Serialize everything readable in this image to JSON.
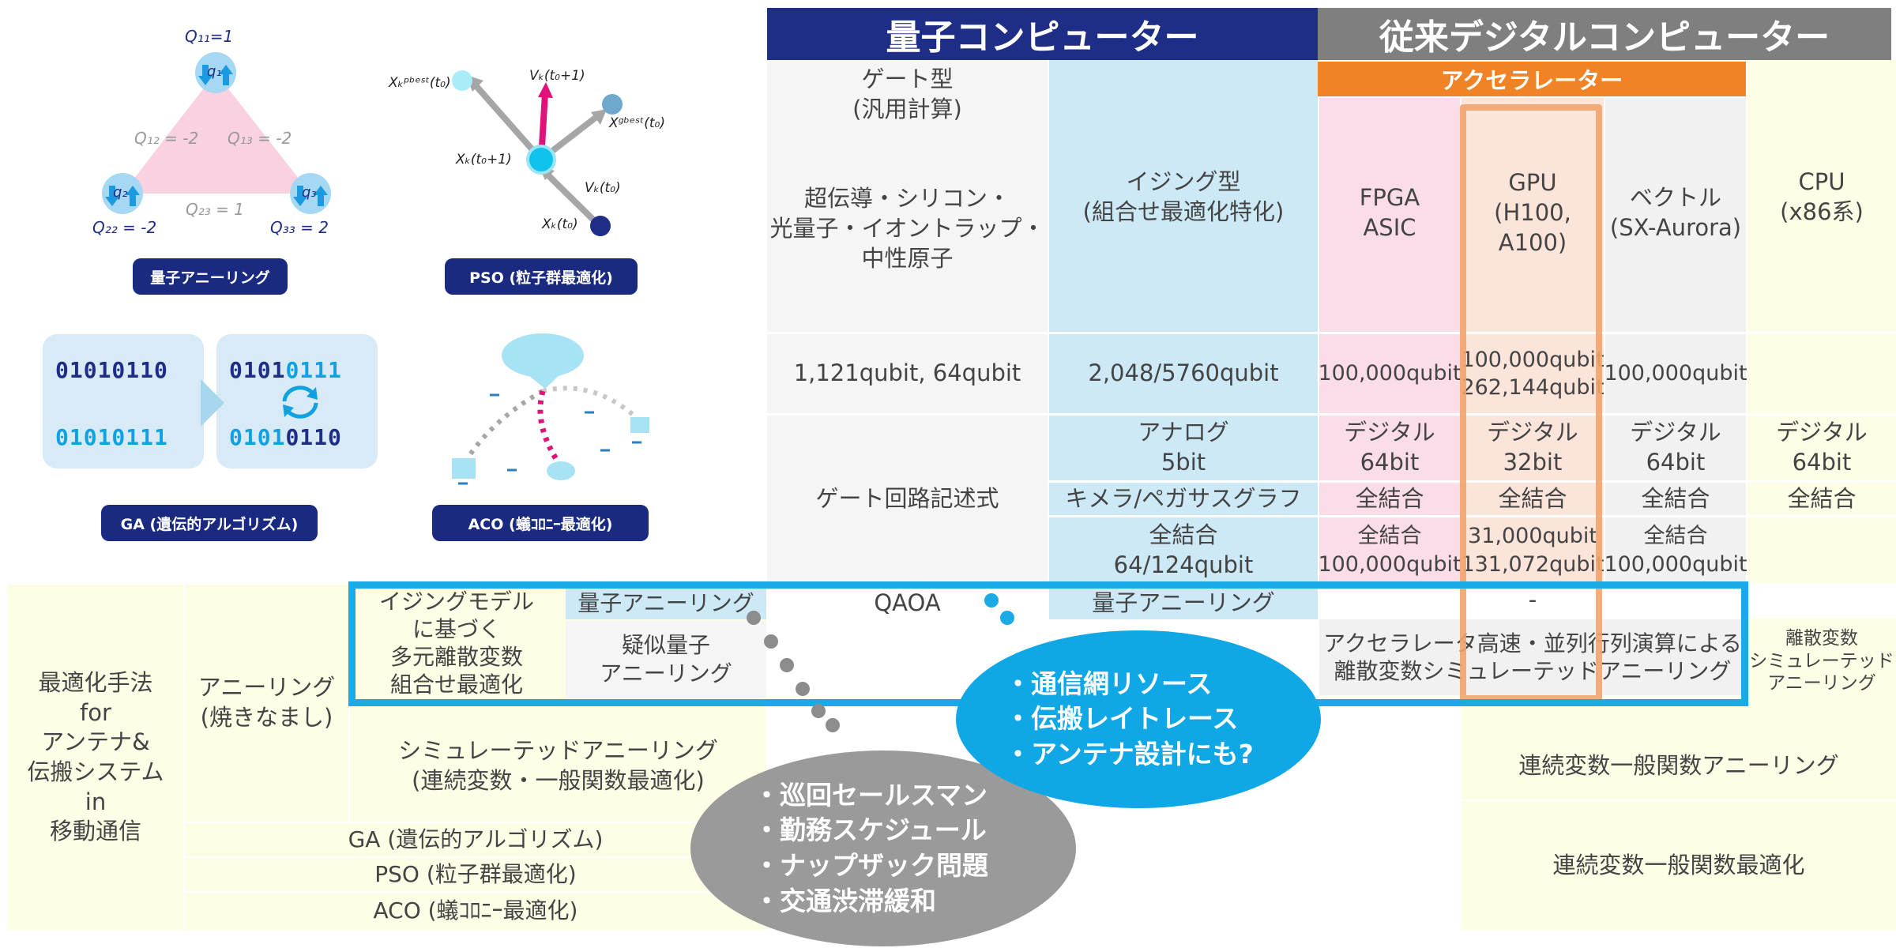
{
  "header": {
    "quantum": "量子コンピューター",
    "classical": "従来デジタルコンピューター",
    "accelerator": "アクセラレーター"
  },
  "columns": {
    "gate": "ゲート型\n(汎用計算)",
    "gate_tech": "超伝導・シリコン・\n光量子・イオントラップ・\n中性原子",
    "ising": "イジング型\n(組合せ最適化特化)",
    "fpga": "FPGA\nASIC",
    "gpu": "GPU\n(H100,\nA100)",
    "vector": "ベクトル\n(SX-Aurora)",
    "cpu": "CPU\n(x86系)"
  },
  "qubits": {
    "gate": "1,121qubit, 64qubit",
    "ising": "2,048/5760qubit",
    "fpga": "100,000qubit",
    "gpu": "100,000qubit\n262,144qubit",
    "vector": "100,000qubit"
  },
  "precision": {
    "ising": "アナログ\n5bit",
    "fpga": "デジタル\n64bit",
    "gpu": "デジタル\n32bit",
    "vector": "デジタル\n64bit",
    "cpu": "デジタル\n64bit"
  },
  "connectivity": {
    "gate": "ゲート回路記述式",
    "ising": "キメラ/ペガサスグラフ",
    "fpga": "全結合",
    "gpu": "全結合",
    "vector": "全結合",
    "cpu": "全結合"
  },
  "full_conn": {
    "ising": "全結合\n64/124qubit",
    "fpga": "全結合\n100,000qubit",
    "gpu": "31,000qubit\n131,072qubit",
    "vector": "全結合\n100,000qubit"
  },
  "methods": {
    "main": "最適化手法\nfor\nアンテナ&\n伝搬システム\nin\n移動通信",
    "annealing": "アニーリング\n(焼きなまし)",
    "ising_model": "イジングモデル\nに基づく\n多元離散変数\n組合せ最適化",
    "quantum_annealing": "量子アニーリング",
    "pseudo_qa": "疑似量子\nアニーリング",
    "qaoa": "QAOA",
    "ising_qa": "量子アニーリング",
    "dash": "-",
    "accel_sa": "アクセラレータ高速・並列行列演算による\n離散変数シミュレーテッドアニーリング",
    "cpu_sa": "離散変数\nシミュレーテッド\nアニーリング",
    "simulated": "シミュレーテッドアニーリング\n(連続変数・一般関数最適化)",
    "cont_anneal": "連続変数一般関数アニーリング",
    "ga": "GA (遺伝的アルゴリズム)",
    "pso": "PSO (粒子群最適化)",
    "aco": "ACO (蟻ｺﾛﾆｰ最適化)",
    "cont_opt": "連続変数一般関数最適化"
  },
  "bubbles": {
    "blue": [
      "・通信網リソース",
      "・伝搬レイトレース",
      "・アンテナ設計にも?"
    ],
    "gray": [
      "・巡回セールスマン",
      "・勤務スケジュール",
      "・ナップザック問題",
      "・交通渋滞緩和"
    ]
  },
  "icons": {
    "qa_label": "量子アニーリング",
    "pso_label": "PSO (粒子群最適化)",
    "ga_label": "GA (遺伝的アルゴリズム)",
    "aco_label": "ACO (蟻ｺﾛﾆｰ最適化)",
    "q11": "Q₁₁=1",
    "q22": "Q₂₂ = -2",
    "q33": "Q₃₃ = 2",
    "q12": "Q₁₂ = -2",
    "q13": "Q₁₃ = -2",
    "q23": "Q₂₃ = 1",
    "q1": "q₁",
    "q2": "q₂",
    "q3": "q₃",
    "pbest": "Xₖᵖᵇᵉˢᵗ(t₀)",
    "gbest": "Xᵍᵇᵉˢᵗ(t₀)",
    "v_next": "Vₖ(t₀+1)",
    "x_next": "Xₖ(t₀+1)",
    "v_now": "Vₖ(t₀)",
    "x_now": "Xₖ(t₀)",
    "ga_a1": "01010110",
    "ga_a2": "01010111",
    "ga_b1a": "0101",
    "ga_b1b": "0111",
    "ga_b2a": "0101",
    "ga_b2b": "0110"
  },
  "colors": {
    "navy": "#1e2d86",
    "gray_header": "#7f7f7f",
    "orange": "#f08326",
    "blue_frame": "#1aabe6",
    "light_blue": "#cde9f6",
    "pink": "#fbdde9",
    "cream": "#fefde6"
  }
}
